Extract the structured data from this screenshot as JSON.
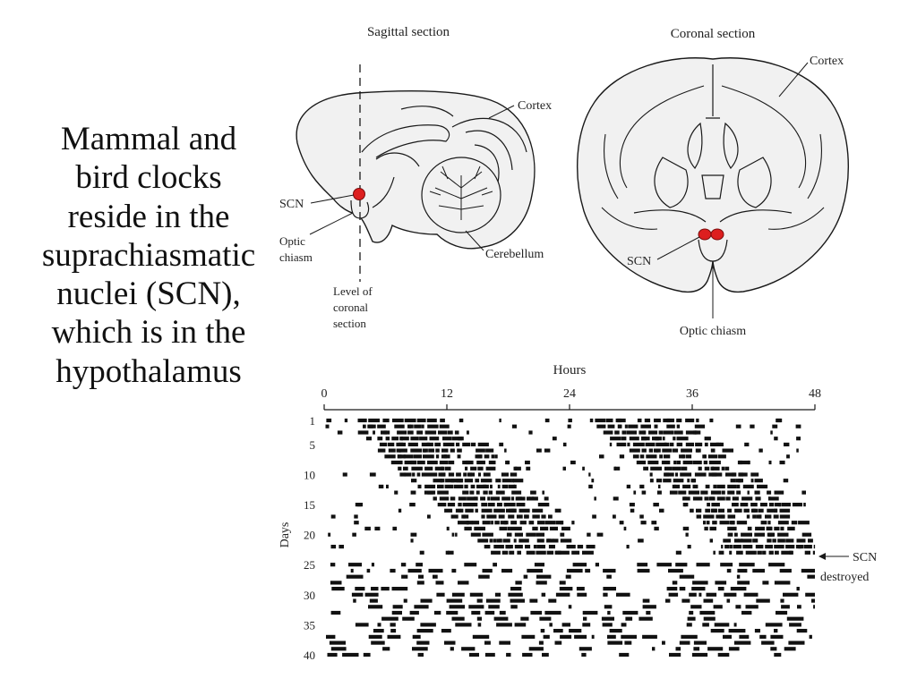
{
  "slide": {
    "text_lines": [
      "Mammal and",
      "bird clocks",
      "reside in the",
      "suprachiasmatic",
      "nuclei (SCN),",
      "which is in the",
      "hypothalamus"
    ]
  },
  "sagittal": {
    "title": "Sagittal section",
    "cortex": "Cortex",
    "scn": "SCN",
    "optic_1": "Optic",
    "optic_2": "chiasm",
    "cerebellum": "Cerebellum",
    "level_1": "Level of",
    "level_2": "coronal",
    "level_3": "section"
  },
  "coronal": {
    "title": "Coronal section",
    "cortex": "Cortex",
    "scn": "SCN",
    "optic": "Optic chiasm"
  },
  "chart_data": {
    "type": "actogram",
    "title": "",
    "xlabel": "Hours",
    "ylabel": "Days",
    "xlim": [
      0,
      48
    ],
    "ylim": [
      1,
      40
    ],
    "x_ticks": [
      "0",
      "12",
      "24",
      "36",
      "48"
    ],
    "y_ticks": [
      "1",
      "5",
      "10",
      "15",
      "20",
      "25",
      "30",
      "35",
      "40"
    ],
    "annotation_1": "SCN",
    "annotation_2": "destroyed",
    "lesion_day": 24,
    "pre_lesion": {
      "activity_onset_day1_hours": 2.0,
      "drift_per_day_hours": 0.65
    },
    "post_lesion": {
      "pattern": "arrhythmic"
    }
  },
  "colors": {
    "scn": "#dd1f1f",
    "brain_fill": "#f1f1f1",
    "ink": "#1a1a1a"
  }
}
